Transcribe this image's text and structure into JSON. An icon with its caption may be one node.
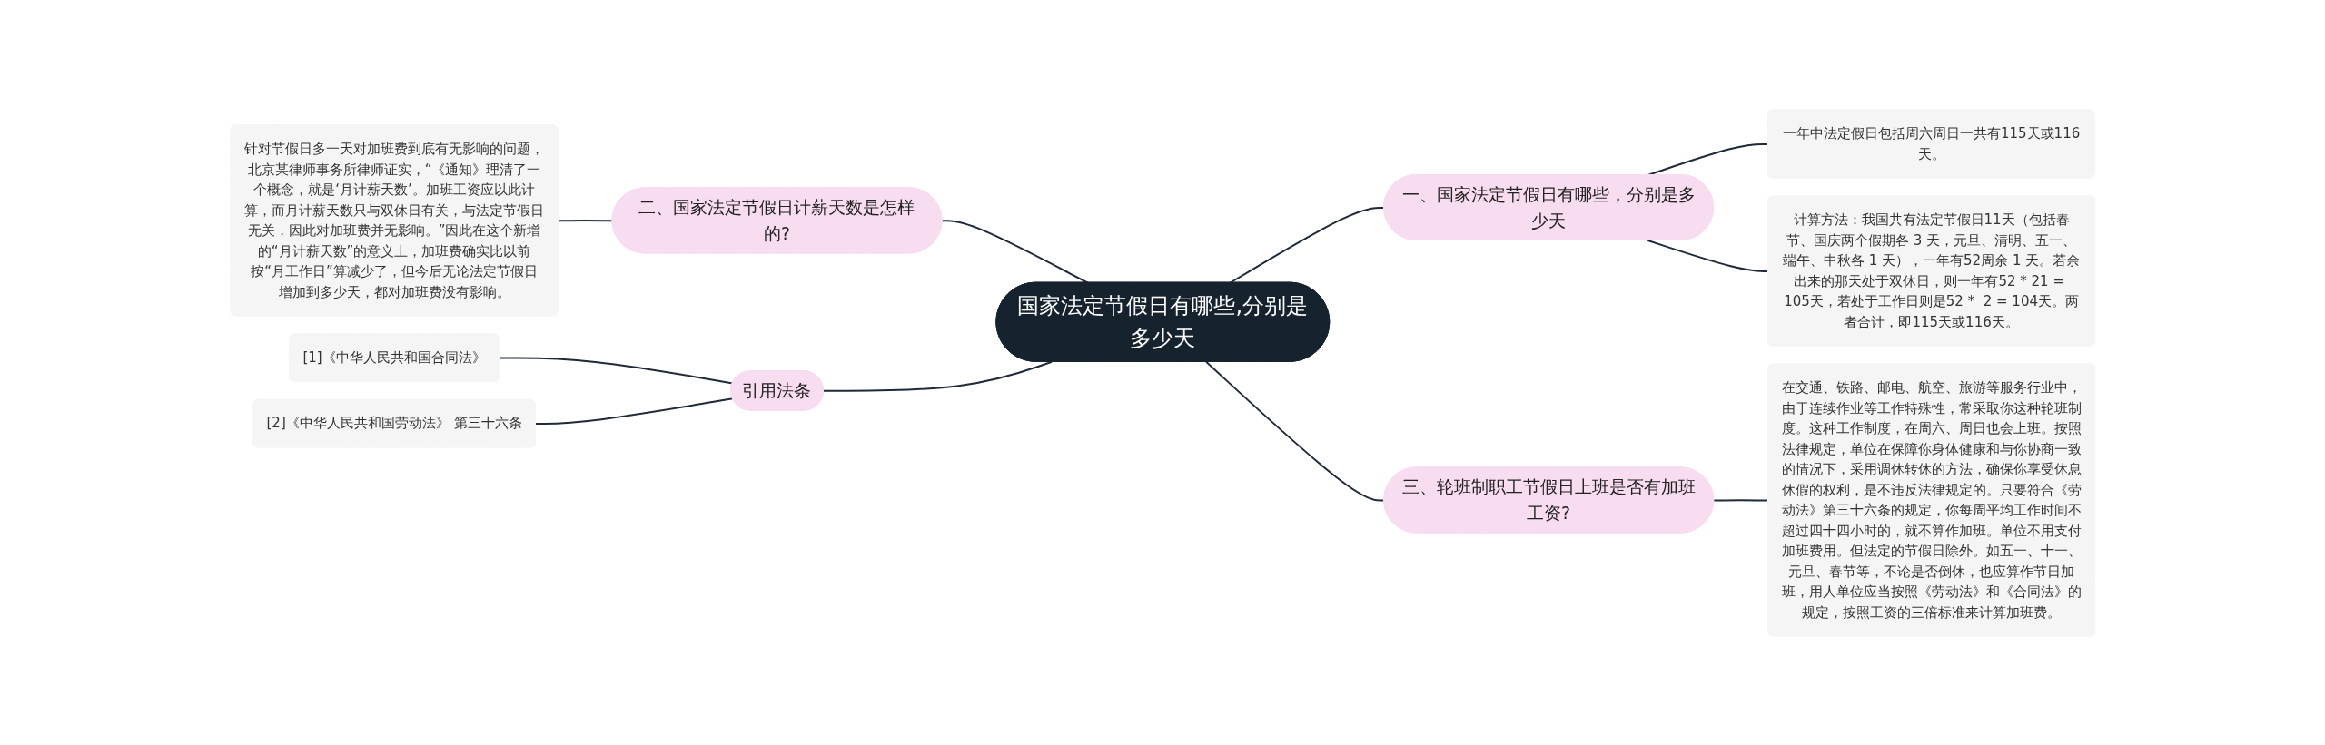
{
  "diagram": {
    "nodes": [
      {
        "text": [
          "国家法定节假日有哪些,分别是多少天"
        ]
      },
      {
        "text": [
          "一、国家法定节假日有哪些，分别是多少天"
        ]
      },
      {
        "text": [
          "一年中法定假日包括周六周日一共有115天或116天。"
        ]
      },
      {
        "text": [
          "计算方法：我国共有法定节假日11天（包括春节、国庆两个假期各 3 天，元旦、清明、五一、端午、中秋各 1 天），一年有52周余 1 天。若余出来的那天处于双休日，则一年有52 * 21 = 105天，若处于工作日则是52 *  2 = 104天。两者合计，即115天或116天。"
        ]
      },
      {
        "text": [
          "二、国家法定节假日计薪天数是怎样的?"
        ]
      },
      {
        "text": [
          "针对节假日多一天对加班费到底有无影响的问题，北京某律师事务所律师证实，“《通知》理清了一个概念，就是‘月计薪天数’。加班工资应以此计算，而月计薪天数只与双休日有关，与法定节假日无关，因此对加班费并无影响。”因此在这个新增的“月计薪天数”的意义上，加班费确实比以前按“月工作日”算减少了，但今后无论法定节假日增加到多少天，都对加班费没有影响。"
        ]
      },
      {
        "text": [
          "三、轮班制职工节假日上班是否有加班工资?"
        ]
      },
      {
        "text": [
          "在交通、铁路、邮电、航空、旅游等服务行业中，由于连续作业等工作特殊性，常采取你这种轮班制度。这种工作制度，在周六、周日也会上班。按照法律规定，单位在保障你身体健康和与你协商一致的情况下，采用调休转休的方法，确保你享受休息休假的权利，是不违反法律规定的。只要符合《劳动法》第三十六条的规定，你每周平均工作时间不超过四十四小时的，就不算作加班。单位不用支付加班费用。但法定的节假日除外。如五一、十一、元旦、春节等，不论是否倒休，也应算作节日加班，用人单位应当按照《劳动法》和《合同法》的规定，按照工资的三倍标准来计算加班费。"
        ]
      },
      {
        "text": [
          "引用法条"
        ]
      },
      {
        "text": [
          "[1]《中华人民共和国合同法》"
        ]
      },
      {
        "text": [
          "[2]《中华人民共和国劳动法》 第三十六条"
        ]
      }
    ],
    "edges": [
      {
        "from": 0,
        "to": 1,
        "arrow": "none"
      },
      {
        "from": 1,
        "to": 2,
        "arrow": "none"
      },
      {
        "from": 1,
        "to": 3,
        "arrow": "none"
      },
      {
        "from": 5,
        "to": 4,
        "arrow": "none"
      },
      {
        "from": 4,
        "to": 0,
        "arrow": "none"
      },
      {
        "from": 0,
        "to": 6,
        "arrow": "none"
      },
      {
        "from": 6,
        "to": 7,
        "arrow": "none"
      },
      {
        "from": 9,
        "to": 8,
        "arrow": "none"
      },
      {
        "from": 10,
        "to": 8,
        "arrow": "none"
      },
      {
        "from": 8,
        "to": 0,
        "arrow": "none"
      }
    ]
  }
}
